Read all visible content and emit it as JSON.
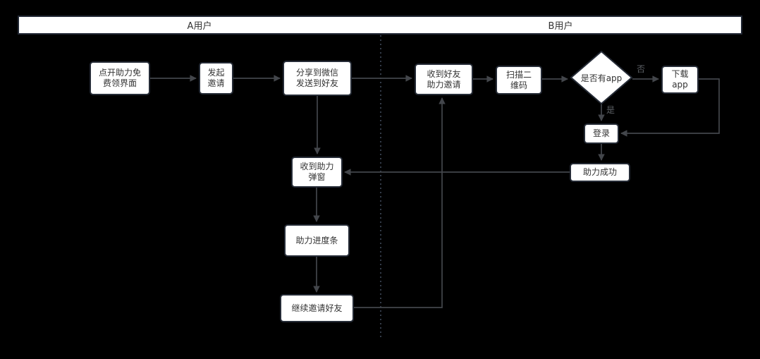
{
  "header": {
    "lanes": [
      {
        "label": "A用户"
      },
      {
        "label": "B用户"
      }
    ]
  },
  "nodes": {
    "open_boost_page": {
      "label": "点开助力免\n费领界面"
    },
    "send_invite": {
      "label": "发起\n邀请"
    },
    "share_wechat": {
      "label": "分享到微信\n发送到好友"
    },
    "receive_invite": {
      "label": "收到好友\n助力邀请"
    },
    "scan_qr": {
      "label": "扫描二\n维码"
    },
    "has_app": {
      "label": "是否有app"
    },
    "download_app": {
      "label": "下载\napp"
    },
    "login": {
      "label": "登录"
    },
    "boost_success": {
      "label": "助力成功"
    },
    "boost_popup": {
      "label": "收到助力\n弹窗"
    },
    "progress_bar": {
      "label": "助力进度条"
    },
    "continue_invite": {
      "label": "继续邀请好友"
    }
  },
  "edge_labels": {
    "no": "否",
    "yes": "是"
  },
  "colors": {
    "background": "#000000",
    "node_fill": "#ffffff",
    "node_border": "#252b36",
    "connector": "#43464b",
    "edge_label_text": "#5d6166",
    "lane_divider": "#333b48",
    "node_text": "#333333"
  }
}
